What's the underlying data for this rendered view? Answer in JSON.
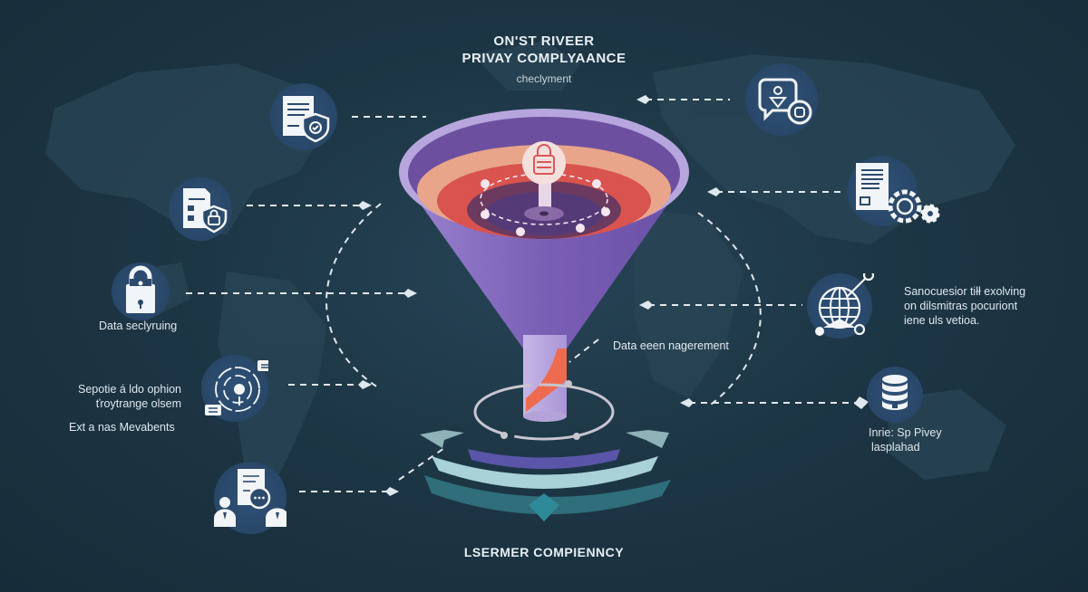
{
  "header": {
    "title_line1": "ON'ST RIVEER",
    "title_line2": "PRIVAY COMPLYAANCE",
    "subtitle": "checlyment"
  },
  "footer": {
    "title": "LSERMER COMPIENNCY"
  },
  "center": {
    "stem_label": "Data eeen nagerement"
  },
  "left_nodes": [
    {
      "icon": "document-shield-check-icon",
      "label": ""
    },
    {
      "icon": "form-lock-shield-icon",
      "label": ""
    },
    {
      "icon": "padlock-icon",
      "label": "Data seclyruing"
    },
    {
      "icon": "maze-target-icon",
      "label_line1": "Sepotie á ldo ophion",
      "label_line2": "ťroytrange olsem",
      "label_line3": "Ext a nas Mevabents"
    },
    {
      "icon": "people-document-chat-icon",
      "label": ""
    }
  ],
  "right_nodes": [
    {
      "icon": "chat-person-badge-icon",
      "label": ""
    },
    {
      "icon": "document-gears-icon",
      "label": ""
    },
    {
      "icon": "globe-network-icon",
      "label_line1": "Sanocuesior tiłł exolving",
      "label_line2": "on dilsmitras pocuriont",
      "label_line3": "iene uls vetioa."
    },
    {
      "icon": "database-icon",
      "label_line1": "Inrie: Sp Pivey",
      "label_line2": "lasplahad"
    }
  ],
  "colors": {
    "background": "#1c3341",
    "icon_circle": "#2b4a6c",
    "funnel_rim": "#b7a6de",
    "funnel_body": "#7d63b8",
    "layer_peach": "#e8a58a",
    "layer_red": "#d9534f",
    "layer_dark": "#6b3a5e",
    "stem_orange": "#ef6b4f",
    "arc_light": "#a9d2d8",
    "arc_teal": "#2f6e7a"
  }
}
